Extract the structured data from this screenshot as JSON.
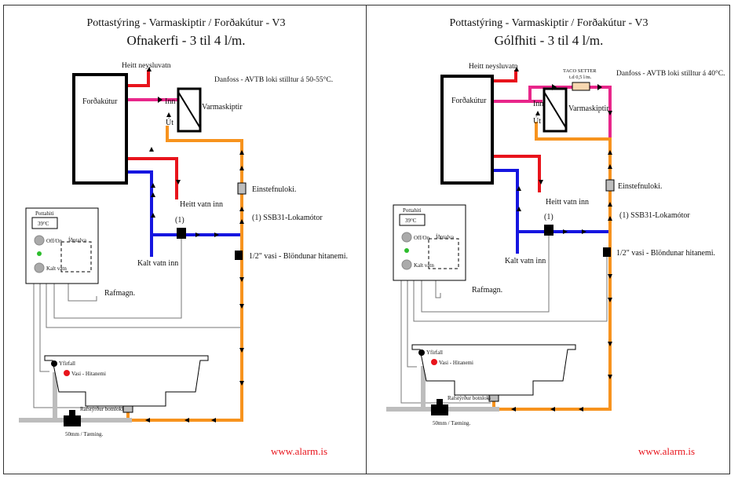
{
  "colors": {
    "hot": "#e8141c",
    "pink": "#e8268a",
    "orange": "#f7931e",
    "blue": "#1616e0",
    "gray": "#bdbdbd",
    "black": "#000000",
    "green": "#2dbd2d",
    "link": "#e8141c"
  },
  "left": {
    "title": "Pottastýring - Varmaskiptir / Forðakútur - V3",
    "subtitle": "Ofnakerfi - 3 til 4 l/m.",
    "tank": "Forðakútur",
    "hot_domestic": "Heitt neysluvatn",
    "valve_note": "Danfoss - AVTB loki stilltur á 50-55°C.",
    "inn": "Inn",
    "ut": "Út",
    "hx": "Varmaskiptir",
    "check_valve": "Einstefnuloki.",
    "hot_in": "Heitt vatn inn",
    "cold_in": "Kalt vatn inn",
    "one": "(1)",
    "ssb": "(1) SSB31-Lokamótor",
    "sensor_pocket": "1/2\" vasi - Blöndunar hitanemi.",
    "power": "Rafmagn.",
    "ctrl_title": "Pottahiti",
    "ctrl_temp": "39°C",
    "ctrl_onoff": "Off/On",
    "ctrl_input": "Íðntalva",
    "ctrl_cold": "Kalt vatn",
    "overflow": "Yfirfall",
    "pocket_temp": "Vasi - Hitanemi",
    "drain_valve": "Rafstýrður botnloki",
    "drain": "50mm / Tæming.",
    "website": "www.alarm.is"
  },
  "right": {
    "title": "Pottastýring - Varmaskiptir / Forðakútur - V3",
    "subtitle": "Gólfhiti - 3 til 4 l/m.",
    "tank": "Forðakútur",
    "hot_domestic": "Heitt neysluvatn",
    "taco": "TACO SETTER",
    "taco_rate": "t.d 0,5 l/m.",
    "valve_note": "Danfoss - AVTB loki stilltur á 40°C.",
    "inn": "Inn",
    "ut": "Út",
    "hx": "Varmaskiptir",
    "check_valve": "Einstefnuloki.",
    "hot_in": "Heitt vatn inn",
    "cold_in": "Kalt vatn inn",
    "one": "(1)",
    "ssb": "(1) SSB31-Lokamótor",
    "sensor_pocket": "1/2\" vasi - Blöndunar hitanemi.",
    "power": "Rafmagn.",
    "ctrl_title": "Pottahiti",
    "ctrl_temp": "39°C",
    "ctrl_onoff": "Off/On",
    "ctrl_input": "Íðntalva",
    "ctrl_cold": "Kalt vatn",
    "overflow": "Yfirfall",
    "pocket_temp": "Vasi - Hitanemi",
    "drain_valve": "Rafstýrður botnloki",
    "drain": "50mm / Tæming.",
    "website": "www.alarm.is"
  }
}
